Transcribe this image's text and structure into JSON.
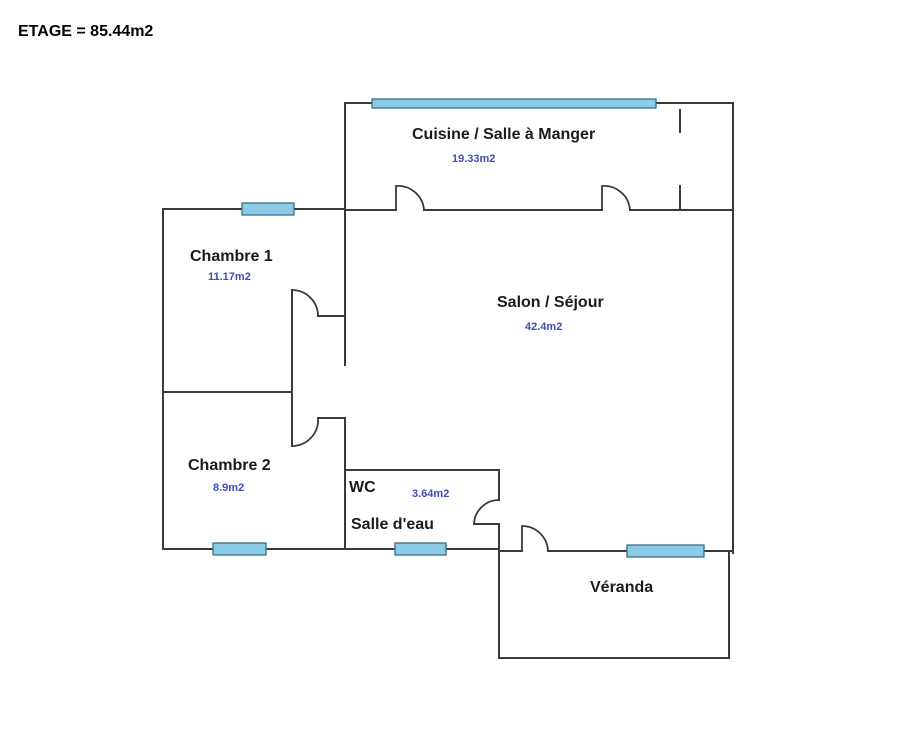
{
  "title": "ETAGE = 85.44m2",
  "rooms": {
    "cuisine": {
      "name": "Cuisine / Salle à Manger",
      "area": "19.33m2"
    },
    "chambre1": {
      "name": "Chambre 1",
      "area": "11.17m2"
    },
    "salon": {
      "name": "Salon / Séjour",
      "area": "42.4m2"
    },
    "chambre2": {
      "name": "Chambre 2",
      "area": "8.9m2"
    },
    "wc": {
      "name": "WC"
    },
    "salle_eau": {
      "name": "Salle d'eau",
      "area": "3.64m2"
    },
    "veranda": {
      "name": "Véranda"
    }
  },
  "colors": {
    "wall": "#3a3a3a",
    "window_fill": "#8ccbe6",
    "area_text": "#3f4fb0"
  }
}
